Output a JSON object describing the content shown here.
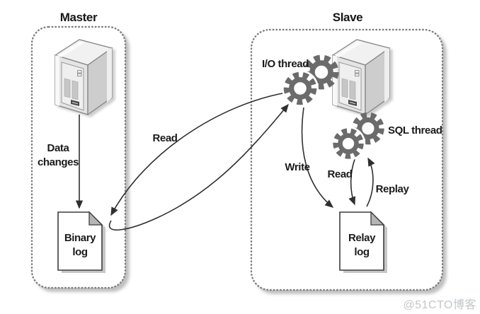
{
  "diagram": {
    "master": {
      "title": "Master",
      "data_changes_line1": "Data",
      "data_changes_line2": "changes",
      "binary_log_line1": "Binary",
      "binary_log_line2": "log"
    },
    "slave": {
      "title": "Slave",
      "io_thread_label": "I/O thread",
      "sql_thread_label": "SQL thread",
      "write_label": "Write",
      "read_label": "Read",
      "replay_label": "Replay",
      "relay_log_line1": "Relay",
      "relay_log_line2": "log"
    },
    "flows": {
      "read_binlog_label": "Read"
    },
    "icons": {
      "server": "server-tower-icon",
      "io_gears": "gear-pair-icon",
      "sql_gears": "gear-pair-icon",
      "binary_log": "document-page-icon",
      "relay_log": "document-page-icon"
    }
  },
  "watermark": {
    "text": "@51CTO博客",
    "color": "#c2c6c9"
  },
  "colors": {
    "background": "#ffffff",
    "line": "#2f2f2f",
    "text": "#1b1b1b",
    "gear": "#6b6b6b",
    "box_border": "#7d7d7d",
    "box_shadow": "#bcbcbc",
    "doc_fill": "#ffffff",
    "doc_fold": "#b5b5b5",
    "doc_shadow": "#c7c7c7",
    "server_front": "#e4e4e4",
    "server_side": "#cdcdcd",
    "server_top": "#f1f1f1"
  }
}
